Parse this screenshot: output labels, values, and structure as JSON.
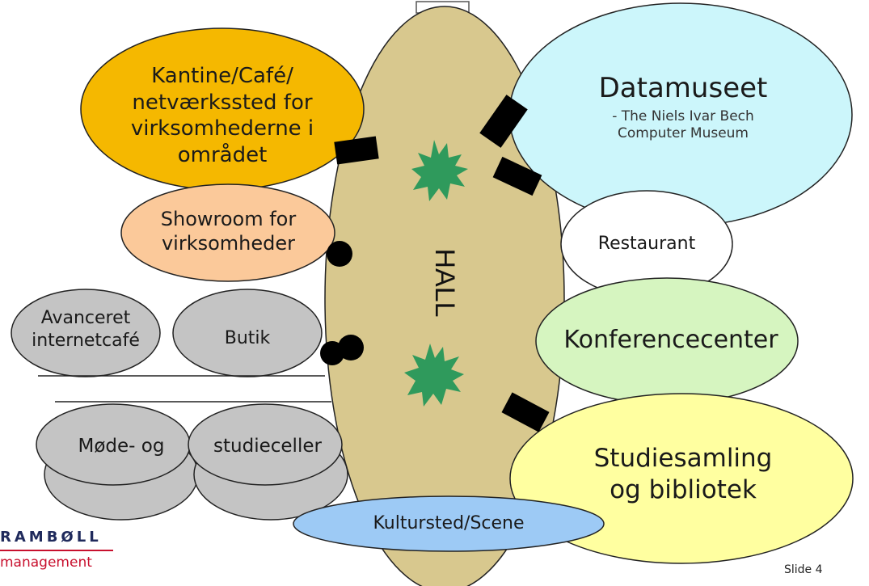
{
  "hall": {
    "label": "HALL"
  },
  "zones": {
    "kantine": "Kantine/Café/\nnetværkssted for\nvirksomhederne i\nområdet",
    "showroom": "Showroom for\nvirksomheder",
    "avanceret": "Avanceret\ninternetcafé",
    "butik": "Butik",
    "mode": "Møde- og",
    "studieceller": "studieceller",
    "datamuseet_title": "Datamuseet",
    "datamuseet_sub": "- The Niels Ivar Bech\nComputer Museum",
    "restaurant": "Restaurant",
    "konference": "Konferencecenter",
    "studiesamling": "Studiesamling\nog bibliotek",
    "kultursted": "Kultursted/Scene"
  },
  "logo": {
    "top": "RAMBØLL",
    "bottom": "management"
  },
  "footer": {
    "slide": "Slide 4"
  },
  "colors": {
    "hall": "#d8c88e",
    "kantine": "#f5b800",
    "showroom": "#fbc99a",
    "gray": "#c4c4c4",
    "datamuseet": "#ccf6fb",
    "restaurant": "#ffffff",
    "konference": "#d6f5c0",
    "studiesamling": "#ffffa0",
    "kultursted": "#9dcaf5",
    "plant": "#2f9a5c",
    "logo_red": "#c8102e",
    "logo_navy": "#1f2a5c"
  }
}
